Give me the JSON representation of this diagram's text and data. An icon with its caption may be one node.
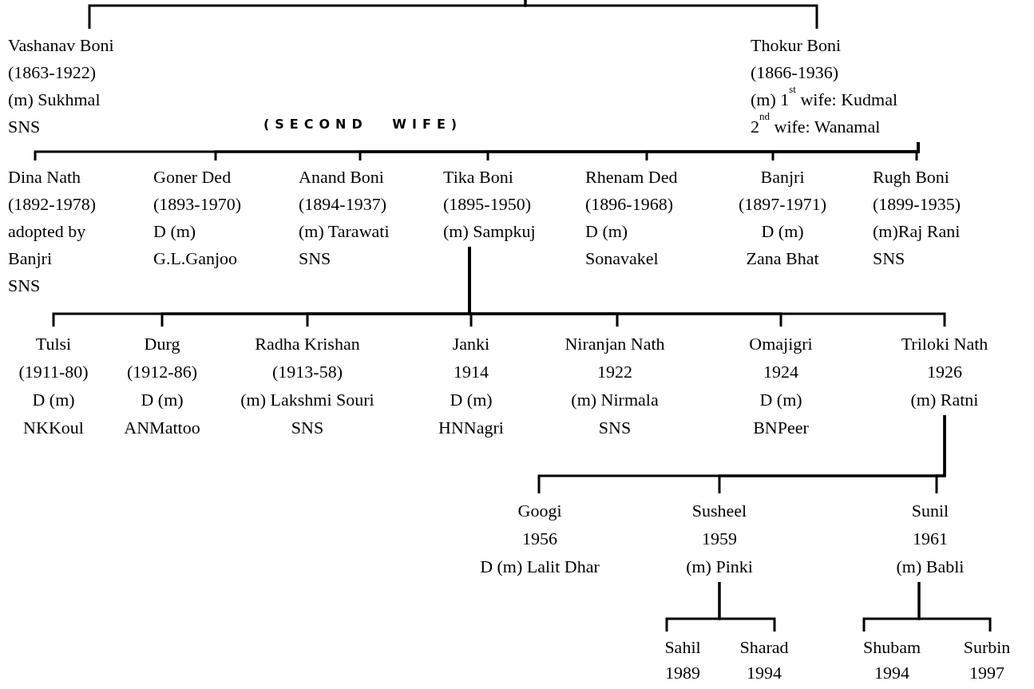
{
  "diagram": {
    "nodes": [
      {
        "text": [
          "Vashanav Boni",
          "(1863-1922)",
          "(m) Sukhmal",
          "SNS"
        ]
      },
      {
        "text": [
          "Thokur Boni",
          "(1866-1936)",
          "(m) 1$^{st}$ wife: Kudmal",
          "2$^{nd}$ wife: Wanamal"
        ]
      },
      {
        "text": [
          "Dina Nath",
          "(1892-1978)",
          "adopted by",
          "Banjri",
          "SNS"
        ]
      },
      {
        "text": [
          "Goner Ded",
          "(1893-1970)",
          "D (m)",
          "G.L.Ganjoo"
        ]
      },
      {
        "text": [
          "Anand Boni",
          "(1894-1937)",
          "(m) Tarawati",
          "SNS"
        ]
      },
      {
        "text": [
          "Tika Boni",
          "(1895-1950)",
          "(m) Sampkuj"
        ]
      },
      {
        "text": [
          "Rhenam Ded",
          "(1896-1968)",
          "D (m)",
          "Sonavakel"
        ]
      },
      {
        "text": [
          "Banjri",
          "(1897-1971)",
          "D (m)",
          "Zana Bhat"
        ]
      },
      {
        "text": [
          "Rugh Boni",
          "(1899-1935)",
          "(m)Raj Rani",
          "SNS"
        ]
      },
      {
        "text": [
          "Tulsi",
          "(1911-80)",
          "D (m)",
          "NKKoul"
        ]
      },
      {
        "text": [
          "Durg",
          "(1912-86)",
          "D (m)",
          "ANMattoo"
        ]
      },
      {
        "text": [
          "Radha Krishan",
          "(1913-58)",
          "(m) Lakshmi Souri",
          "SNS"
        ]
      },
      {
        "text": [
          "Janki",
          "1914",
          "D (m)",
          "HNNagri"
        ]
      },
      {
        "text": [
          "Niranjan Nath",
          "1922",
          "(m) Nirmala",
          "SNS"
        ]
      },
      {
        "text": [
          "Omajigri",
          "1924",
          "D (m)",
          "BNPeer"
        ]
      },
      {
        "text": [
          "Triloki Nath",
          "1926",
          "(m) Ratni"
        ]
      },
      {
        "text": [
          "Googi",
          "1956",
          "D (m) Lalit Dhar"
        ]
      },
      {
        "text": [
          "Susheel",
          "1959",
          "(m) Pinki"
        ]
      },
      {
        "text": [
          "Sunil",
          "1961",
          "(m) Babli"
        ]
      },
      {
        "text": [
          "Sahil",
          "1989"
        ]
      },
      {
        "text": [
          "Sharad",
          "1994"
        ]
      },
      {
        "text": [
          "Shubam",
          "1994"
        ]
      },
      {
        "text": [
          "Surbin",
          "1997"
        ]
      }
    ],
    "edges": [
      {
        "from": null,
        "to": 0,
        "arrow": "none"
      },
      {
        "from": null,
        "to": 1,
        "arrow": "none"
      },
      {
        "from": 1,
        "to": 2,
        "arrow": "none"
      },
      {
        "from": 1,
        "to": 3,
        "arrow": "none"
      },
      {
        "from": 1,
        "to": 4,
        "arrow": "none"
      },
      {
        "from": 1,
        "to": 5,
        "arrow": "none"
      },
      {
        "from": 1,
        "to": 6,
        "arrow": "none"
      },
      {
        "from": 1,
        "to": 7,
        "arrow": "none"
      },
      {
        "from": 1,
        "to": 8,
        "arrow": "none"
      },
      {
        "from": 5,
        "to": 9,
        "arrow": "none"
      },
      {
        "from": 5,
        "to": 10,
        "arrow": "none"
      },
      {
        "from": 5,
        "to": 11,
        "arrow": "none"
      },
      {
        "from": 5,
        "to": 12,
        "arrow": "none"
      },
      {
        "from": 5,
        "to": 13,
        "arrow": "none"
      },
      {
        "from": 5,
        "to": 14,
        "arrow": "none"
      },
      {
        "from": 5,
        "to": 15,
        "arrow": "none"
      },
      {
        "from": 15,
        "to": 16,
        "arrow": "none"
      },
      {
        "from": 15,
        "to": 17,
        "arrow": "none"
      },
      {
        "from": 15,
        "to": 18,
        "arrow": "none"
      },
      {
        "from": 17,
        "to": 19,
        "arrow": "none"
      },
      {
        "from": 17,
        "to": 20,
        "arrow": "none"
      },
      {
        "from": 18,
        "to": 21,
        "arrow": "none"
      },
      {
        "from": 18,
        "to": 22,
        "arrow": "none"
      }
    ],
    "labels": [
      "(SECOND WIFE)"
    ]
  }
}
